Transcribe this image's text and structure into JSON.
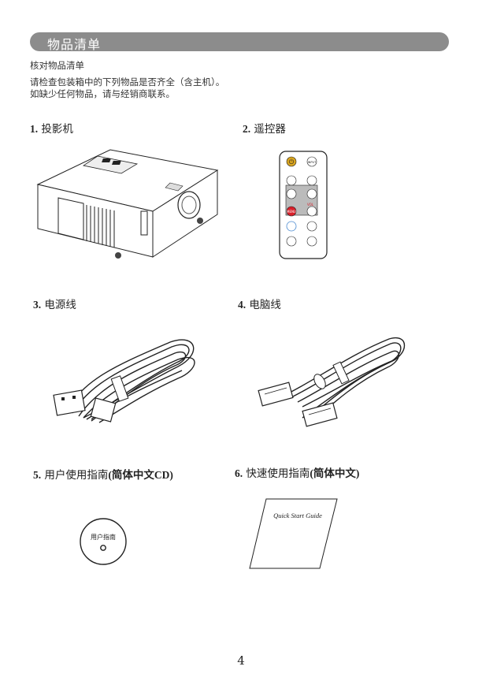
{
  "section": {
    "title": "物品清单"
  },
  "intro": {
    "heading": "核对物品清单",
    "line1": "请检查包装箱中的下列物品是否齐全（含主机）。",
    "line2": "如缺少任何物品，请与经销商联系。"
  },
  "items": [
    {
      "num": "1.",
      "label": "投影机"
    },
    {
      "num": "2.",
      "label": "遥控器"
    },
    {
      "num": "3.",
      "label": "电源线"
    },
    {
      "num": "4.",
      "label": "电脑线"
    },
    {
      "num": "5.",
      "label": "用户使用指南",
      "suffix": "(简体中文CD)"
    },
    {
      "num": "6.",
      "label": "快速使用指南",
      "suffix": "(简体中文)"
    }
  ],
  "remote": {
    "power": "⏻",
    "input": "INPUT",
    "menu": "MENU",
    "vol": "VOL"
  },
  "cd": {
    "label": "用户指南"
  },
  "booklet": {
    "title": "Quick Start Guide"
  },
  "page": {
    "number": "4"
  },
  "colors": {
    "bar": "#8c8c8c",
    "power_button": "#d9a520",
    "menu_button": "#d8202a"
  }
}
